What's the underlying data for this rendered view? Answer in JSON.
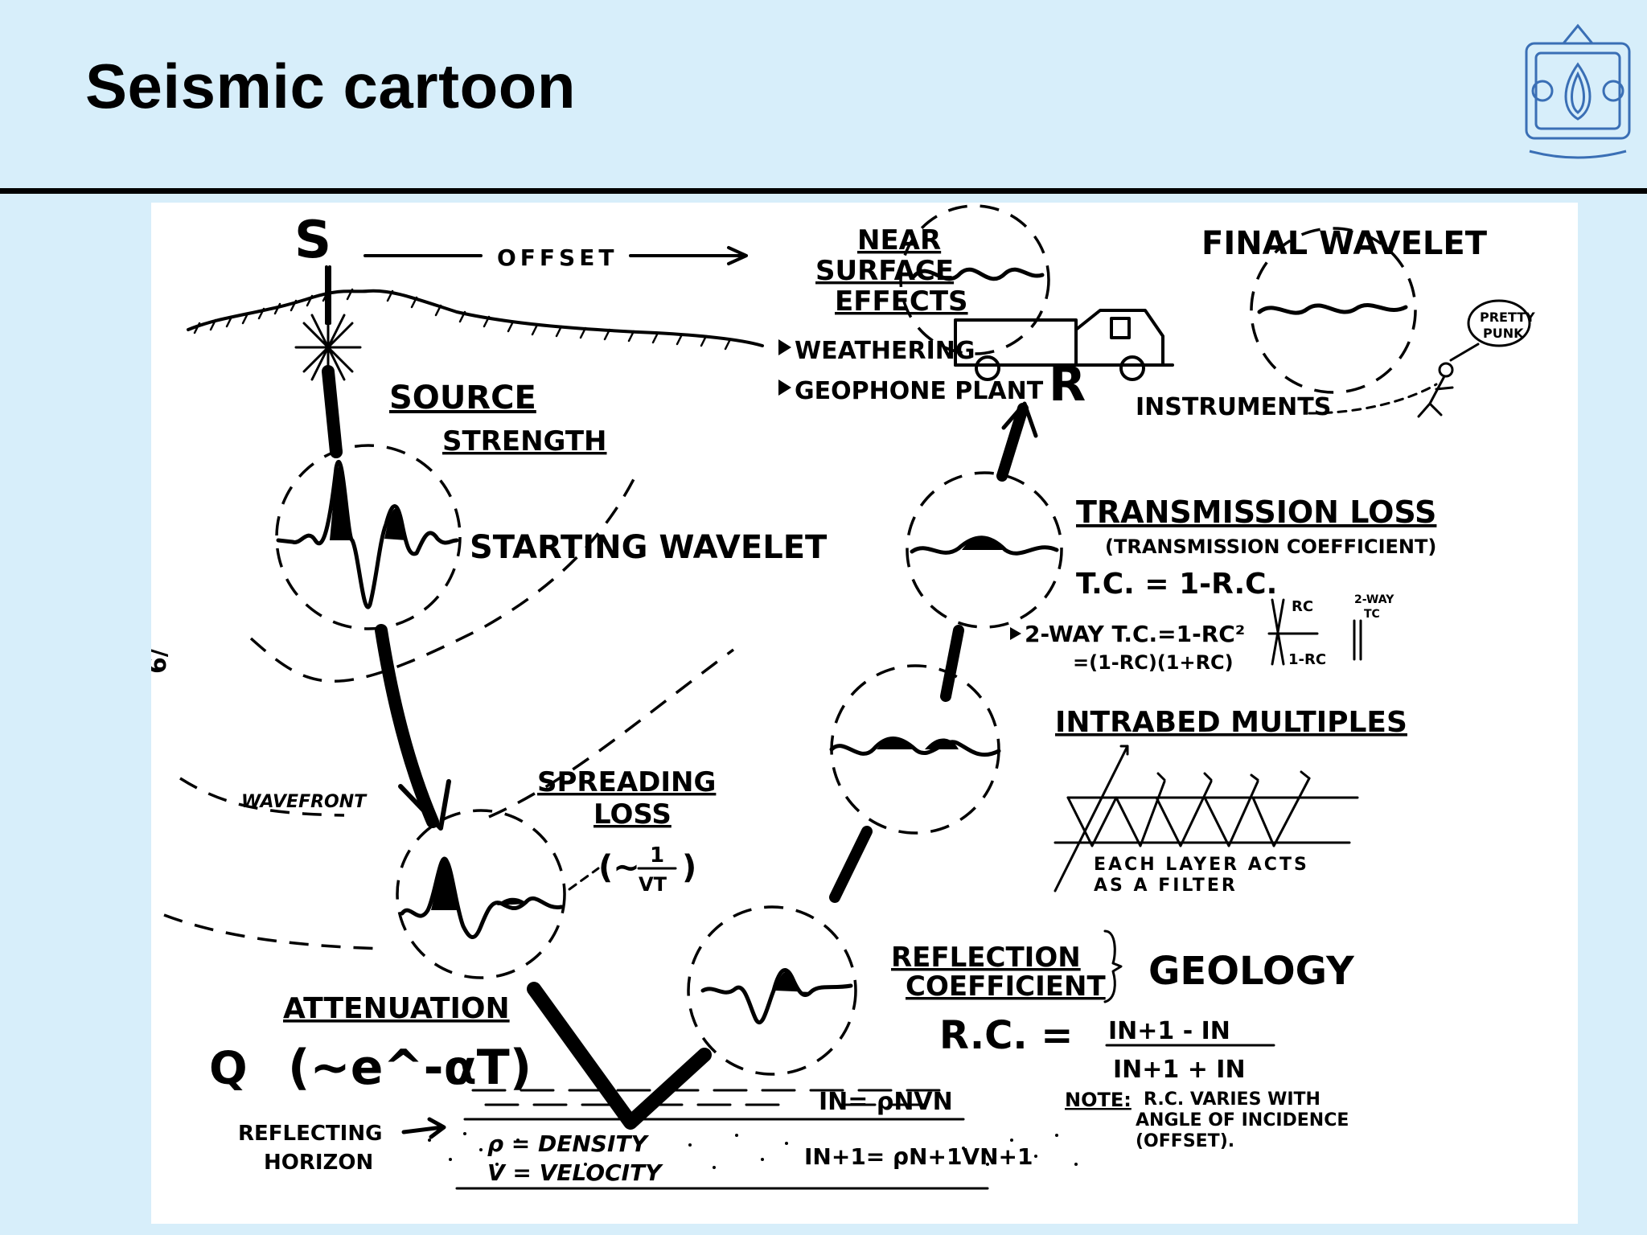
{
  "slide": {
    "title": "Seismic cartoon"
  },
  "colors": {
    "background": "#d7eefa",
    "panel": "#ffffff",
    "ink": "#000000",
    "logo": "#3a6fb5"
  },
  "logo": {
    "icon": "university-seal-icon"
  },
  "diagram": {
    "source_mark": "S",
    "offset": "OFFSET",
    "near_surface": [
      "NEAR",
      "SURFACE",
      "EFFECTS"
    ],
    "weathering": "WEATHERING",
    "geophone_plant": "GEOPHONE PLANT",
    "receiver_mark": "R",
    "final_wavelet": "FINAL WAVELET",
    "instruments": "INSTRUMENTS",
    "pretty_punk": [
      "PRETTY",
      "PUNK"
    ],
    "source_strength": [
      "SOURCE",
      "STRENGTH"
    ],
    "starting_wavelet": "STARTING WAVELET",
    "transmission_loss": "TRANSMISSION LOSS",
    "transmission_coefficient": "(TRANSMISSION COEFFICIENT)",
    "tc_formula": "T.C. = 1-R.C.",
    "two_way_tc": "2-WAY T.C.=1-RC²",
    "two_way_tc_factored": "=(1-RC)(1+RC)",
    "tc_diagram_labels": [
      "RC",
      "1-RC",
      "2-WAY",
      "TC"
    ],
    "intrabed_multiples": "INTRABED MULTIPLES",
    "filter_note": [
      "EACH LAYER ACTS",
      "AS A FILTER"
    ],
    "wavefront": "WAVEFRONT",
    "spreading_loss": [
      "SPREADING",
      "LOSS"
    ],
    "spreading_formula": {
      "prefix": "(~",
      "numerator": "1",
      "denominator": "VT",
      "suffix": ")"
    },
    "reflection_coefficient": [
      "REFLECTION",
      "COEFFICIENT"
    ],
    "geology": "GEOLOGY",
    "rc_formula": {
      "lhs": "R.C. =",
      "numerator": "IN+1 - IN",
      "denominator": "IN+1 + IN"
    },
    "attenuation": "ATTENUATION",
    "attenuation_formula": "(~e^-αT)",
    "q_mark": "Q",
    "reflecting_horizon": [
      "REFLECTING",
      "HORIZON"
    ],
    "in_formula": "IN= ρNVN",
    "in1_formula": "IN+1= ρN+1VN+1",
    "density": "ρ = DENSITY",
    "velocity": "V = VELOCITY",
    "note_label": "NOTE:",
    "note_text": [
      "R.C. VARIES WITH",
      "ANGLE OF INCIDENCE",
      "(OFFSET)."
    ],
    "margin_mark": "6/"
  }
}
